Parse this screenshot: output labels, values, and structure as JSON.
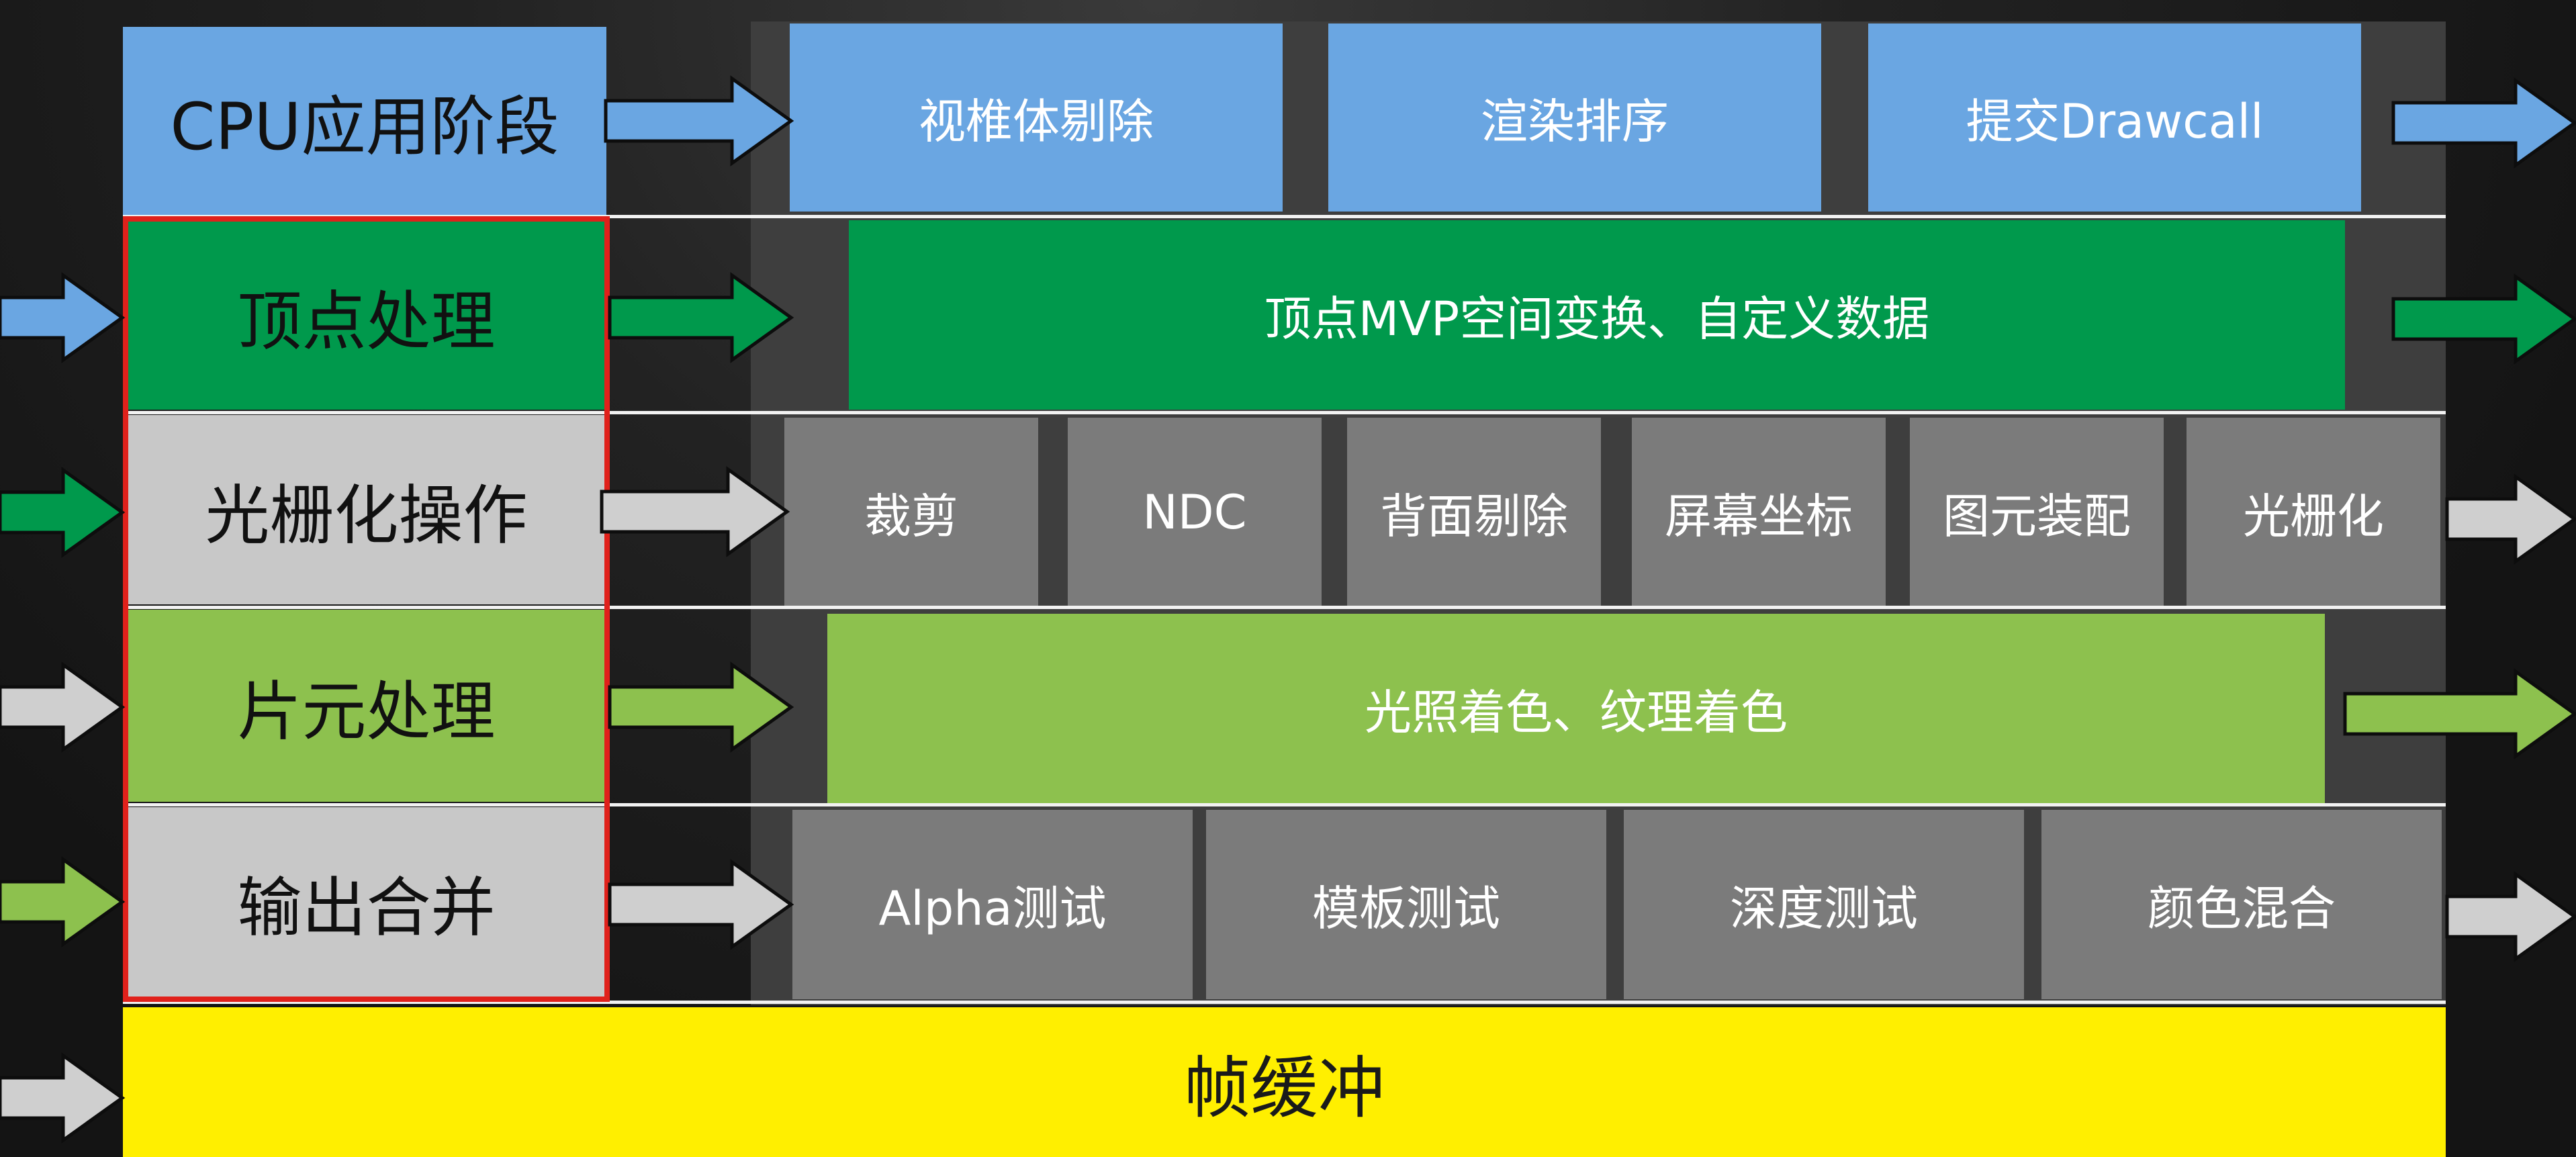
{
  "diagram": {
    "stages": [
      {
        "label": "CPU应用阶段",
        "color": "#6aa6e2",
        "steps": [
          "视椎体剔除",
          "渲染排序",
          "提交Drawcall"
        ]
      },
      {
        "label": "顶点处理",
        "color": "#00994c",
        "steps": [
          "顶点MVP空间变换、自定义数据"
        ]
      },
      {
        "label": "光栅化操作",
        "color": "#c8c8c8",
        "steps": [
          "裁剪",
          "NDC",
          "背面剔除",
          "屏幕坐标",
          "图元装配",
          "光栅化"
        ]
      },
      {
        "label": "片元处理",
        "color": "#8dc14e",
        "steps": [
          "光照着色、纹理着色"
        ]
      },
      {
        "label": "输出合并",
        "color": "#c8c8c8",
        "steps": [
          "Alpha测试",
          "模板测试",
          "深度测试",
          "颜色混合"
        ]
      }
    ],
    "output": {
      "label": "帧缓冲",
      "color": "#ffef00"
    },
    "colors": {
      "step_gray": "#7b7b7b",
      "arrow_gray": "#cfcfcf",
      "panel": "#3e3e3e",
      "highlight_outline": "#e0211b"
    }
  }
}
